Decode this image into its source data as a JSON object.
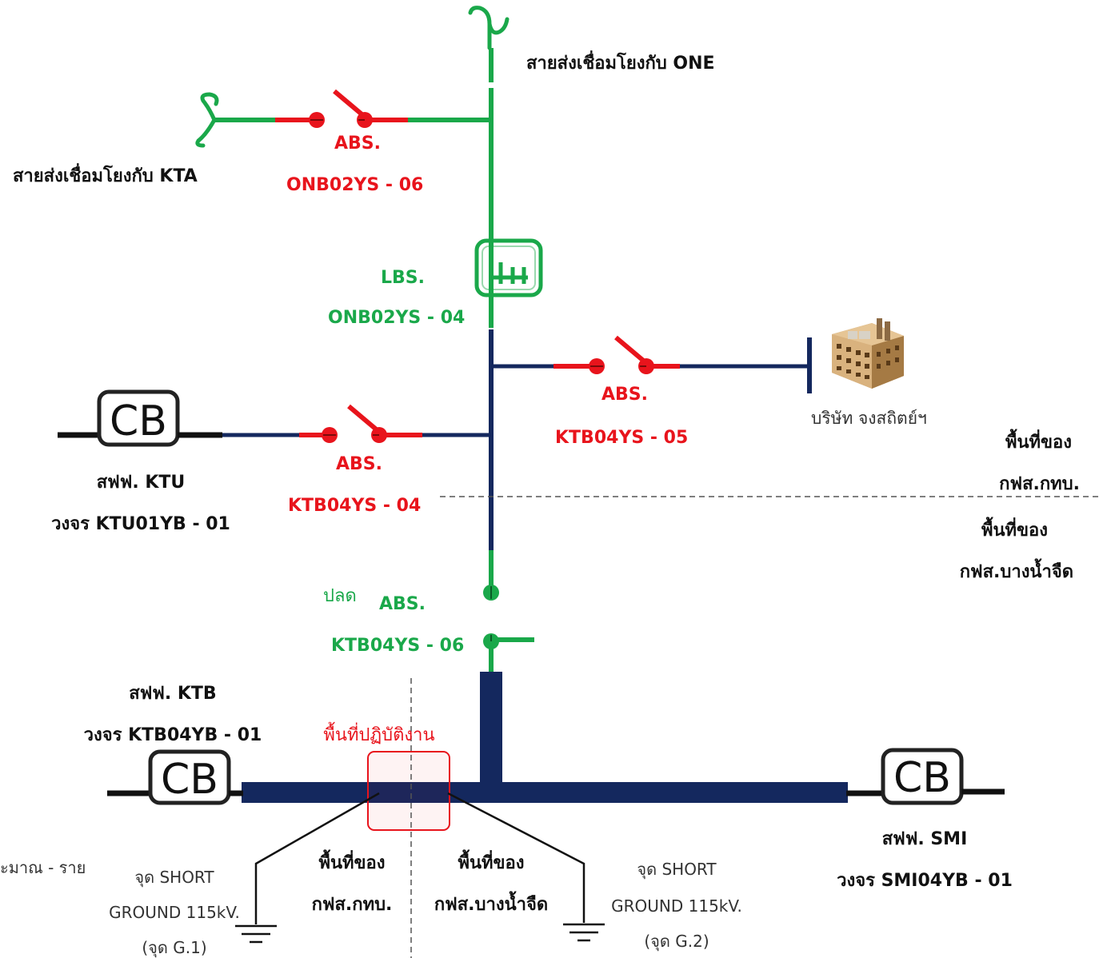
{
  "labels": {
    "one_line": "สายส่งเชื่อมโยงกับ ONE",
    "kta_line": "สายส่งเชื่อมโยงกับ KTA",
    "abs_onb_06_type": "ABS.",
    "abs_onb_06_id": "ONB02YS - 06",
    "lbs_type": "LBS.",
    "lbs_id": "ONB02YS - 04",
    "abs_ktb_05_type": "ABS.",
    "abs_ktb_05_id": "KTB04YS - 05",
    "factory": "บริษัท จงสถิตย์ฯ",
    "abs_ktb_04_type": "ABS.",
    "abs_ktb_04_id": "KTB04YS - 04",
    "ktu_station": "สฟฟ. KTU",
    "ktu_circuit": "วงจร KTU01YB - 01",
    "area_top_1": "พื้นที่ของ",
    "area_top_2": "กฟส.กทบ.",
    "area_bottom_1": "พื้นที่ของ",
    "area_bottom_2": "กฟส.บางน้ำจืด",
    "abs_ktb_06_state": "ปลด",
    "abs_ktb_06_type": "ABS.",
    "abs_ktb_06_id": "KTB04YS - 06",
    "ktb_station": "สฟฟ. KTB",
    "ktb_circuit": "วงจร KTB04YB - 01",
    "work_area": "พื้นที่ปฏิบัติงาน",
    "smi_station": "สฟฟ. SMI",
    "smi_circuit": "วงจร SMI04YB - 01",
    "left_edge_text": "ะมาณ - ราย",
    "g1_line1": "จุด SHORT",
    "g1_line2": "GROUND 115kV.",
    "g1_line3": "(จุด G.1)",
    "area_ktb_1": "พื้นที่ของ",
    "area_ktb_2": "กฟส.กทบ.",
    "area_bnj_1": "พื้นที่ของ",
    "area_bnj_2": "กฟส.บางน้ำจืด",
    "g2_line1": "จุด SHORT",
    "g2_line2": "GROUND 115kV.",
    "g2_line3": "(จุด G.2)",
    "cb_symbol": "CB"
  },
  "colors": {
    "energized": "#1aa84a",
    "switch": "#e8141c",
    "feeder": "#14285e",
    "work_area": "#e8141c"
  }
}
